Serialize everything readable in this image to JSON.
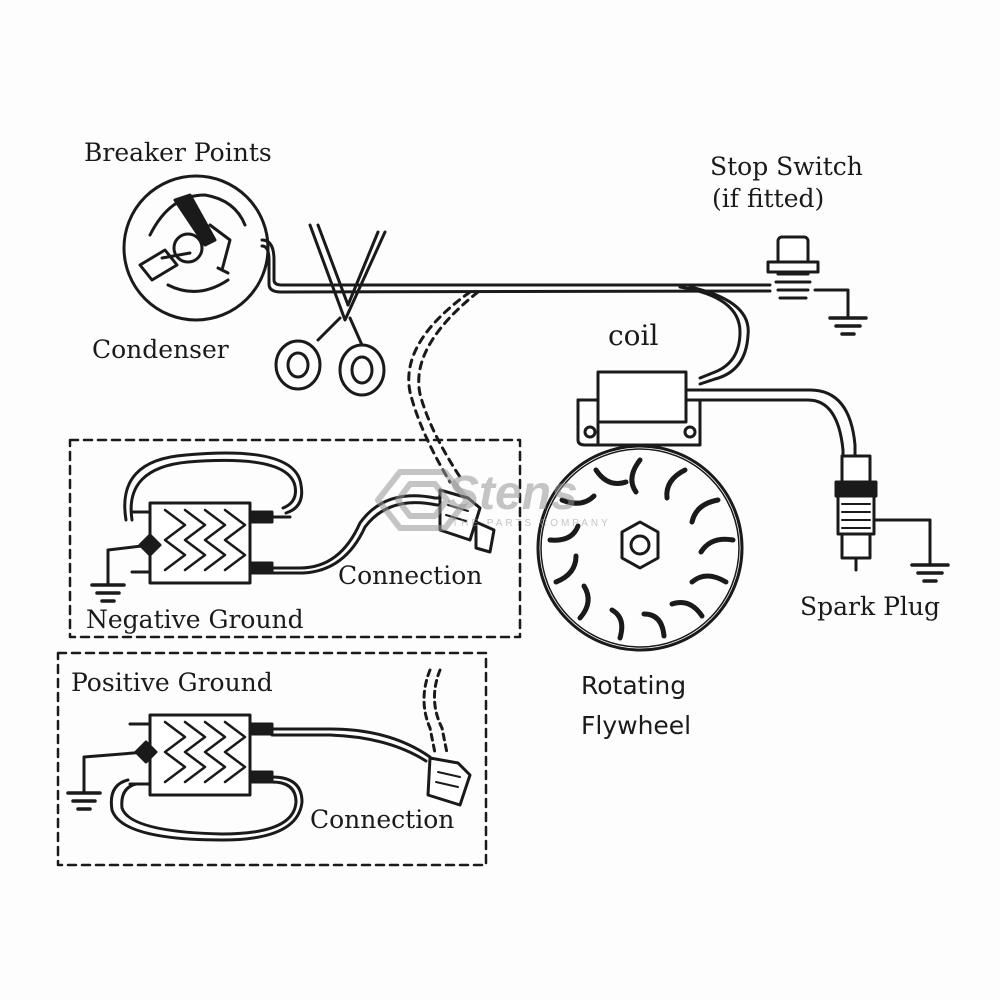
{
  "labels": {
    "breaker_points": "Breaker Points",
    "condenser": "Condenser",
    "stop_switch_line1": "Stop Switch",
    "stop_switch_line2": "(if fitted)",
    "coil": "coil",
    "connection_negative": "Connection",
    "negative_ground": "Negative Ground",
    "positive_ground": "Positive Ground",
    "connection_positive": "Connection",
    "spark_plug": "Spark Plug",
    "rotating_line1": "Rotating",
    "flywheel_line2": "Flywheel"
  },
  "watermark": {
    "brand": "Stens",
    "tagline": "THE PARTS COMPANY"
  },
  "colors": {
    "ink": "#1a1a1a",
    "watermark": "#969696"
  }
}
